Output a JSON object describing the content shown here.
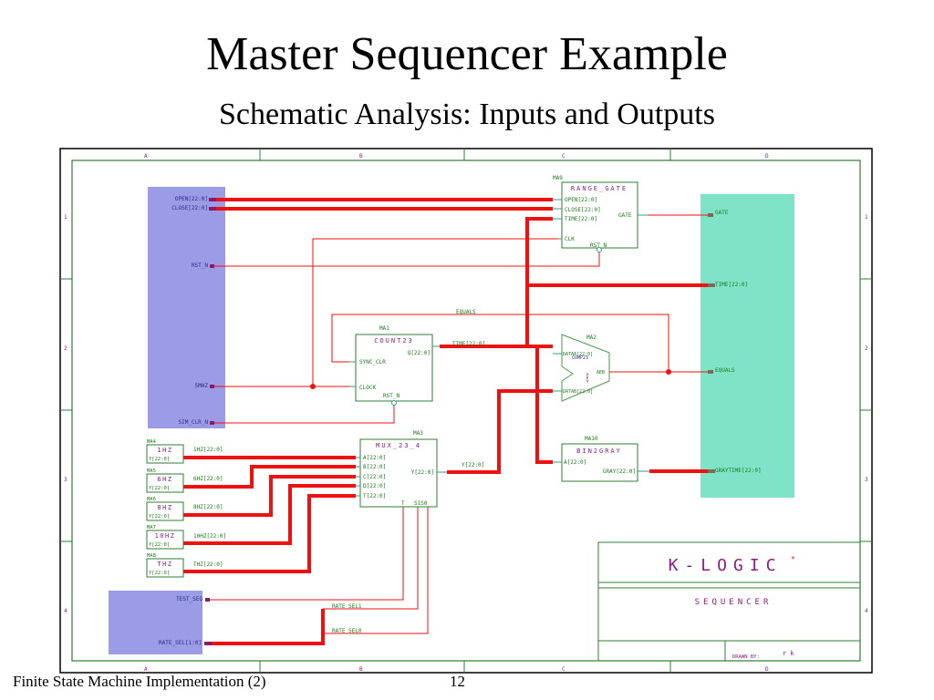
{
  "slide": {
    "title": "Master Sequencer Example",
    "subtitle": "Schematic Analysis: Inputs and Outputs",
    "footer_left": "Finite State Machine Implementation (2)",
    "page_number": "12"
  },
  "frame": {
    "columns": [
      "A",
      "B",
      "C",
      "D"
    ],
    "rows": [
      "1",
      "2",
      "3",
      "4"
    ]
  },
  "colors": {
    "wire": "#ee1111",
    "frame_green": "#2e7d32",
    "label_green": "#1b7a1b",
    "block_purple": "#8b1a89",
    "input_panel": "#9b9be6",
    "output_panel": "#7fe3c8",
    "pin_square": "#8b1a6b"
  },
  "input_panel": {
    "ports": [
      "OPEN[22:0]",
      "CLOSE[22:0]",
      "RST_N",
      "5MHZ",
      "SIM_CLR_N"
    ]
  },
  "test_panel": {
    "ports": [
      "TEST_SEQ",
      "RATE_SEL[1:0]"
    ]
  },
  "output_panel": {
    "ports": [
      "GATE",
      "TIME[22:0]",
      "EQUALS",
      "GRAYTIME[22:0]"
    ]
  },
  "blocks": {
    "range_gate": {
      "ref": "MA9",
      "name": "RANGE_GATE",
      "pins": [
        "OPEN[22:0]",
        "CLOSE[22:0]",
        "TIME[22:0]",
        "CLK",
        "GATE",
        "RST_N"
      ]
    },
    "count23": {
      "ref": "MA1",
      "name": "COUNT23",
      "pins": [
        "Q[22:0]",
        "SYNC_CLR",
        "CLOCK",
        "RST_N"
      ]
    },
    "comp23": {
      "ref": "MA2",
      "name": "COMP23",
      "pins": [
        "DATAA[22:0]",
        "DATAB[22:0]",
        "AEB"
      ],
      "symbol": "<=>"
    },
    "mux": {
      "ref": "MA3",
      "name": "MUX_23_4",
      "pins": [
        "A[22:0]",
        "B[22:0]",
        "C[22:0]",
        "D[22:0]",
        "T[22:0]",
        "Y[22:0]",
        "T",
        "S1S0"
      ]
    },
    "bin2gray": {
      "ref": "MA10",
      "name": "BIN2GRAY",
      "pins": [
        "A[22:0]",
        "GRAY[22:0]"
      ]
    },
    "clk_1hz": {
      "ref": "MA4",
      "name": "1HZ",
      "pin": "Y[22:0]"
    },
    "clk_6hz": {
      "ref": "MA5",
      "name": "6HZ",
      "pin": "Y[22:0]"
    },
    "clk_8hz": {
      "ref": "MA6",
      "name": "8HZ",
      "pin": "Y[22:0]"
    },
    "clk_10hz": {
      "ref": "MA7",
      "name": "10HZ",
      "pin": "Y[22:0]"
    },
    "clk_thz": {
      "ref": "MA8",
      "name": "THZ",
      "pin": "Y[22:0]"
    }
  },
  "nets": {
    "equals": "EQUALS",
    "time": "TIME[22:0]",
    "y": "Y[22:0]",
    "hz1": "1HZ[22:0]",
    "hz6": "6HZ[22:0]",
    "hz8": "8HZ[22:0]",
    "hz10": "10HZ[22:0]",
    "thz": "THZ[22:0]",
    "rate_sel1": "RATE_SEL1",
    "rate_sel0": "RATE_SEL0"
  },
  "title_block": {
    "company": "K-LOGIC",
    "trademark": "*",
    "drawing_title": "SEQUENCER",
    "drawn_by_label": "DRAWN BY:",
    "drawn_by": "r k"
  }
}
